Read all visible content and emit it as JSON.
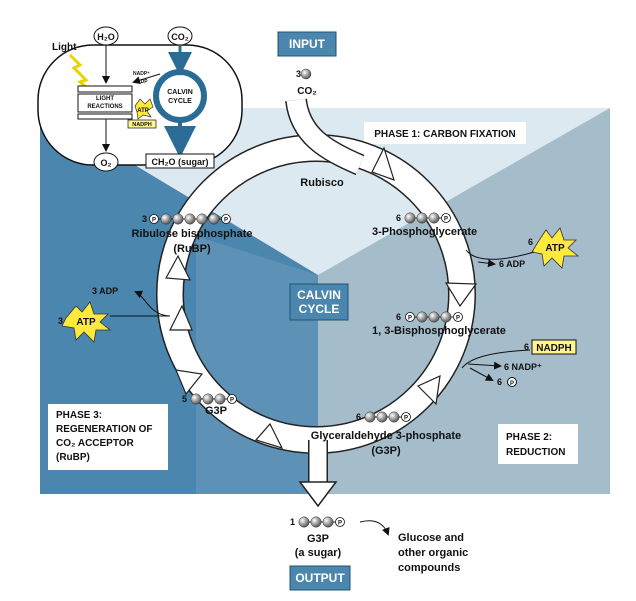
{
  "header": {
    "input_label": "INPUT",
    "output_label": "OUTPUT",
    "center_line1": "CALVIN",
    "center_line2": "CYCLE"
  },
  "inset": {
    "light": "Light",
    "h2o": "H₂O",
    "co2": "CO₂",
    "nadp": "NADP⁺",
    "adp": "ADP",
    "light_reactions_1": "LIGHT",
    "light_reactions_2": "REACTIONS",
    "atp": "ATP",
    "nadph": "NADPH",
    "calvin_1": "CALVIN",
    "calvin_2": "CYCLE",
    "o2": "O₂",
    "sugar": "CH₂O (sugar)"
  },
  "phases": {
    "phase1": "PHASE 1: CARBON FIXATION",
    "phase2_line1": "PHASE 2:",
    "phase2_line2": "REDUCTION",
    "phase3_line1": "PHASE 3:",
    "phase3_line2": "REGENERATION OF",
    "phase3_line3": "CO₂ ACCEPTOR",
    "phase3_line4": "(RuBP)"
  },
  "molecules": {
    "input_count": "3",
    "input_name": "CO₂",
    "rubisco": "Rubisco",
    "pga_count": "6",
    "pga_name": "3-Phosphoglycerate",
    "atp1_count": "6",
    "atp1": "ATP",
    "adp1": "6 ADP",
    "bpg_count": "6",
    "bpg_name": "1, 3-Bisphosphoglycerate",
    "nadph_count": "6",
    "nadph": "NADPH",
    "nadp": "6 NADP⁺",
    "pi_count": "6",
    "g3p6_count": "6",
    "g3p6_name": "Glyceraldehyde 3-phosphate",
    "g3p6_abbr": "(G3P)",
    "g3p5_count": "5",
    "g3p5_name": "G3P",
    "rubp_count": "3",
    "rubp_name": "Ribulose bisphosphate",
    "rubp_abbr": "(RuBP)",
    "adp3": "3 ADP",
    "atp3_count": "3",
    "atp3": "ATP",
    "out_count": "1",
    "out_name": "G3P",
    "out_sub": "(a sugar)",
    "glucose_1": "Glucose and",
    "glucose_2": "other organic",
    "glucose_3": "compounds",
    "p_symbol": "P"
  },
  "colors": {
    "dark_blue": "#4a86ad",
    "mid_blue": "#6d9dbd",
    "light_blue": "#dde9f1",
    "gray_blue": "#a5bccb",
    "box_blue": "#4a86ad",
    "atp_yellow": "#ffe93c",
    "nadph_yellow": "#fff58f"
  }
}
